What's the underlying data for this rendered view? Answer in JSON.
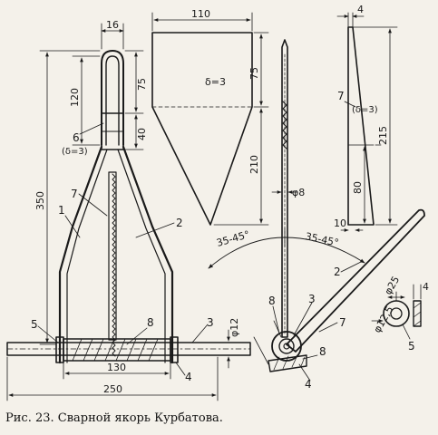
{
  "caption": "Рис. 23. Сварной якорь Курбатова.",
  "dims": {
    "d16": "16",
    "d350": "350",
    "d120": "120",
    "d75a": "75",
    "d40": "40",
    "d130": "130",
    "d250": "250",
    "d12": "φ12",
    "d110": "110",
    "d75b": "75",
    "d210": "210",
    "d8": "φ8",
    "d4a": "4",
    "d215": "215",
    "d80": "80",
    "d10": "10",
    "d25": "φ25",
    "d12_5": "φ12,5",
    "d4b": "4",
    "angle_left": "35-45°",
    "angle_right": "35-45°",
    "thick_plate": "δ=3"
  },
  "labels": {
    "p1": "1",
    "p2a": "2",
    "p2b": "2",
    "p3a": "3",
    "p3b": "3",
    "p4a": "4",
    "p4b": "4",
    "p5a": "5",
    "p5b": "5",
    "p6": "6",
    "p6sub": "(δ=3)",
    "p7a": "7",
    "p7b": "7",
    "p7c": "7",
    "p7sub": "(δ=3)",
    "p8a": "8",
    "p8b": "8",
    "p8c": "8"
  }
}
